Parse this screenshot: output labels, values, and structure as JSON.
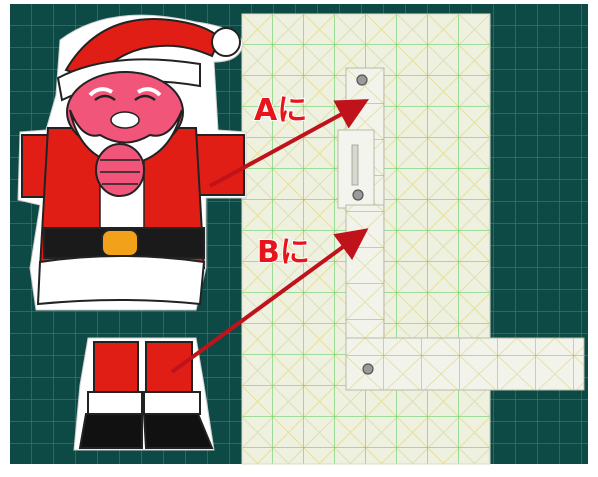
{
  "annotations": [
    {
      "id": "a",
      "text": "Aに"
    },
    {
      "id": "b",
      "text": "Bに"
    }
  ],
  "colors": {
    "mat": "#0d4a45",
    "mat_grid": "#2f8276",
    "paper": "#eef0e0",
    "paper_grid": "#6fd06f",
    "santa_red": "#e01e16",
    "face_pink": "#f2557a",
    "arrow": "#c0121a",
    "label_fill": "#e8141c",
    "label_outline": "#ffffff"
  }
}
